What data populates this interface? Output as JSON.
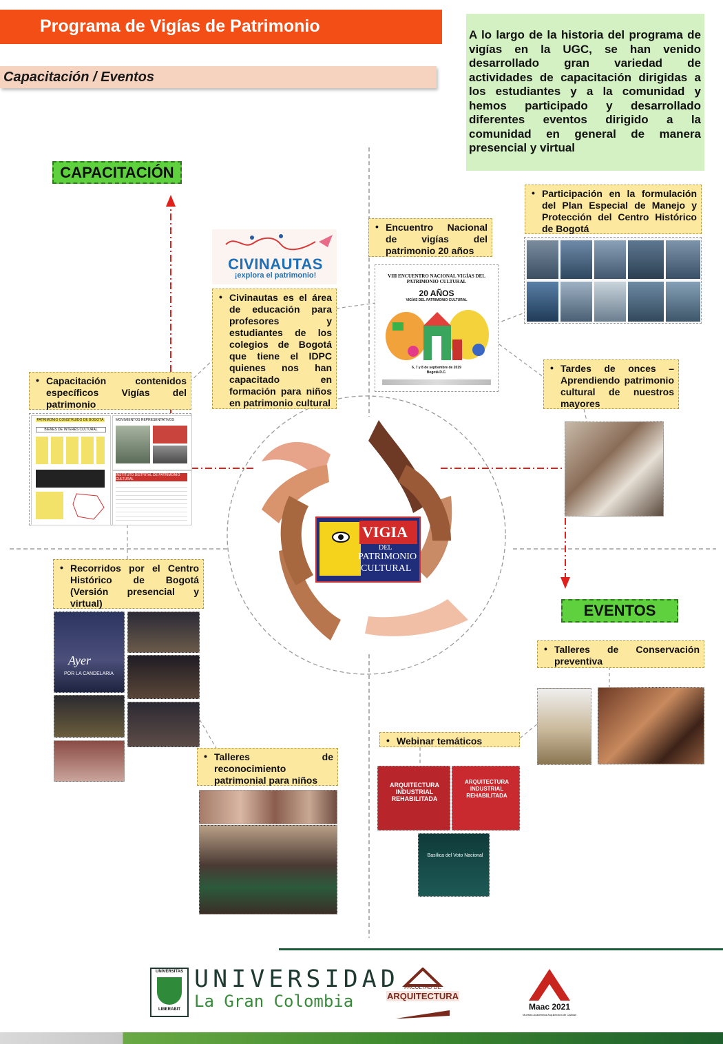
{
  "header": {
    "title": "Programa  de Vigías de Patrimonio"
  },
  "subheader": {
    "title": "Capacitación / Eventos"
  },
  "intro": {
    "text": "A lo largo de la historia del programa de vigías en la UGC, se han venido desarrollado gran variedad de actividades de capacitación dirigidas a los estudiantes y a la comunidad y hemos participado y desarrollado diferentes eventos dirigido a la comunidad en general de manera presencial y virtual"
  },
  "sections": {
    "capacitacion": "CAPACITACIÓN",
    "eventos": "EVENTOS"
  },
  "notes": {
    "encuentro": "Encuentro Nacional de vigías del patrimonio 20 años",
    "participacion": "Participación en la formulación del Plan Especial de Manejo y Protección del Centro Histórico de Bogotá",
    "civinautas": "Civinautas es el área de educación para profesores y estudiantes de los colegios de Bogotá que tiene el IDPC quienes nos han capacitado en formación para niños en patrimonio cultural",
    "capacitacion_contenidos": "Capacitación contenidos específicos Vigías del patrimonio",
    "tardes": "Tardes de onces – Aprendiendo patrimonio cultural de nuestros mayores",
    "recorridos": "Recorridos por el Centro Histórico de Bogotá (Versión presencial y virtual)",
    "talleres_conservacion": "Talleres de Conservación preventiva",
    "webinar": "Webinar temáticos",
    "talleres_ninos": "Talleres de reconocimiento patrimonial para niños"
  },
  "civinautas_logo": {
    "name": "CIVINAUTAS",
    "tagline": "¡explora el patrimonio!"
  },
  "poster_encuentro": {
    "title": "VIII ENCUENTRO NACIONAL VIGÍAS DEL PATRIMONIO CULTURAL",
    "years": "20 AÑOS",
    "subtitle": "VIGÍAS DEL PATRIMONIO CULTURAL",
    "dates": "6, 7 y 8 de septiembre de 2019",
    "city": "Bogotá D.C."
  },
  "center_logo": {
    "line1": "VIGIA",
    "line2": "DEL",
    "line3": "PATRIMONIO",
    "line4": "CULTURAL"
  },
  "capacitacion_slides": {
    "slide1_title": "PATRIMONIO CONSTRUIDO DE BOGOTÁ",
    "slide1_sub": "BIENES DE INTERÉS CULTURAL",
    "slide2_title": "MOVIMIENTOS REPRESENTATIVOS",
    "slide3_title": "INSTITUTO DISTRITAL DE PATRIMONIO CULTURAL"
  },
  "recorridos_photo": {
    "caption_big": "Ayer",
    "caption_small": "POR LA CANDELARIA"
  },
  "webinar_posters": {
    "poster1_title": "ARQUITECTURA INDUSTRIAL REHABILITADA",
    "poster2_title": "ARQUITECTURA INDUSTRIAL REHABILITADA",
    "poster3_title": "Basílica del Voto Nacional"
  },
  "footer": {
    "university_big": "UNIVERSIDAD",
    "university_small": "La Gran Colombia",
    "seal_top": "UNIVERSITAS",
    "seal_bottom": "LIBERABIT",
    "faculty_line1": "FACULTAD DE",
    "faculty_line2": "ARQUITECTURA",
    "maac": "Maac 2021",
    "maac_sub": "Muestra Académica Arquitectura de Calidad"
  },
  "colors": {
    "header_orange": "#f24e16",
    "intro_green": "#d4f1c3",
    "label_green": "#5fd13e",
    "note_yellow": "#fde8a0",
    "arrow_red": "#e0201a",
    "footer_green": "#1a5b3a"
  }
}
